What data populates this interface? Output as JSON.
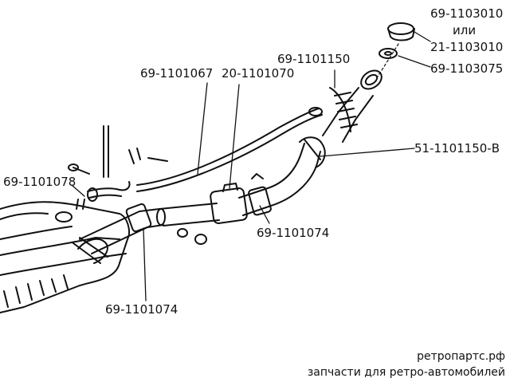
{
  "labels": {
    "filler_cap": "69-1103010",
    "or_text": "или",
    "filler_cap_alt": "21-1103010",
    "cap_gasket": "69-1103075",
    "filler_hose": "69-1101150",
    "breather_hose": "69-1101067",
    "clamp_a": "20-1101070",
    "neck_pipe": "51-1101150-В",
    "vent_pipe": "69-1101078",
    "clamp_upper": "69-1101074",
    "clamp_lower": "69-1101074"
  },
  "watermark": {
    "site": "ретропартс.рф",
    "tagline": "запчасти для ретро-автомобилей"
  }
}
